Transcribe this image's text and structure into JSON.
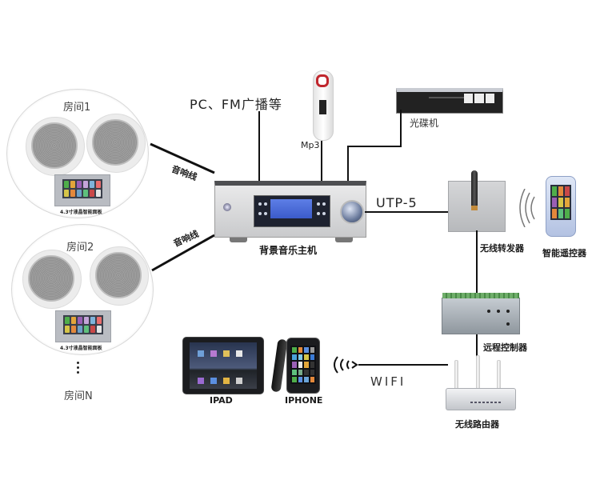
{
  "diagram": {
    "rooms": [
      {
        "label": "房间1",
        "panel_caption": "4.3寸液晶智能面板"
      },
      {
        "label": "房间2",
        "panel_caption": "4.3寸液晶智能面板"
      },
      {
        "label": "房间N"
      }
    ],
    "ellipsis": "⋮",
    "speaker_cable_labels": [
      "音响线",
      "音响线"
    ],
    "sources": {
      "pc_fm": "PC、FM广播等",
      "mp3": "Mp3",
      "dvd": "光碟机"
    },
    "host": {
      "label": "背景音乐主机"
    },
    "utp_label": "UTP-5",
    "repeater": {
      "label": "无线转发器"
    },
    "remote": {
      "label": "智能遥控器"
    },
    "controller": {
      "label": "远程控制器"
    },
    "router": {
      "label": "无线路由器"
    },
    "wifi_label": "WIFI",
    "clients": [
      {
        "label": "IPAD"
      },
      {
        "label": "IPHONE"
      }
    ],
    "colors": {
      "wire": "#111111",
      "mp3_accent": "#c0262d",
      "lcd_blue": "#3b5bc9"
    }
  }
}
